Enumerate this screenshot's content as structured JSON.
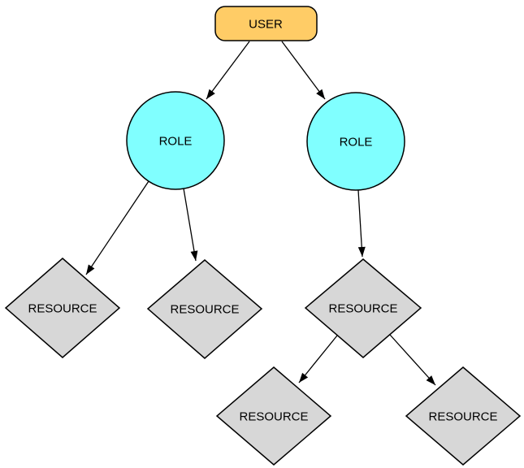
{
  "diagram": {
    "background": "#ffffff",
    "stroke_color": "#000000",
    "text_color": "#000000",
    "nodes": {
      "user": {
        "label": "USER",
        "shape": "rounded-rectangle",
        "fill": "#FFCC66"
      },
      "role_left": {
        "label": "ROLE",
        "shape": "circle",
        "fill": "#80FFFF"
      },
      "role_right": {
        "label": "ROLE",
        "shape": "circle",
        "fill": "#80FFFF"
      },
      "resource_left_1": {
        "label": "RESOURCE",
        "shape": "diamond",
        "fill": "#D7D7D7"
      },
      "resource_left_2": {
        "label": "RESOURCE",
        "shape": "diamond",
        "fill": "#D7D7D7"
      },
      "resource_right": {
        "label": "RESOURCE",
        "shape": "diamond",
        "fill": "#D7D7D7"
      },
      "resource_sub_left": {
        "label": "RESOURCE",
        "shape": "diamond",
        "fill": "#D7D7D7"
      },
      "resource_sub_right": {
        "label": "RESOURCE",
        "shape": "diamond",
        "fill": "#D7D7D7"
      }
    },
    "edges": [
      {
        "from": "user",
        "to": "role_left",
        "arrow": "filled-triangle"
      },
      {
        "from": "user",
        "to": "role_right",
        "arrow": "filled-triangle"
      },
      {
        "from": "role_left",
        "to": "resource_left_1",
        "arrow": "filled-triangle"
      },
      {
        "from": "role_left",
        "to": "resource_left_2",
        "arrow": "filled-triangle"
      },
      {
        "from": "role_right",
        "to": "resource_right",
        "arrow": "filled-triangle"
      },
      {
        "from": "resource_right",
        "to": "resource_sub_left",
        "arrow": "filled-triangle"
      },
      {
        "from": "resource_right",
        "to": "resource_sub_right",
        "arrow": "filled-triangle"
      }
    ]
  }
}
